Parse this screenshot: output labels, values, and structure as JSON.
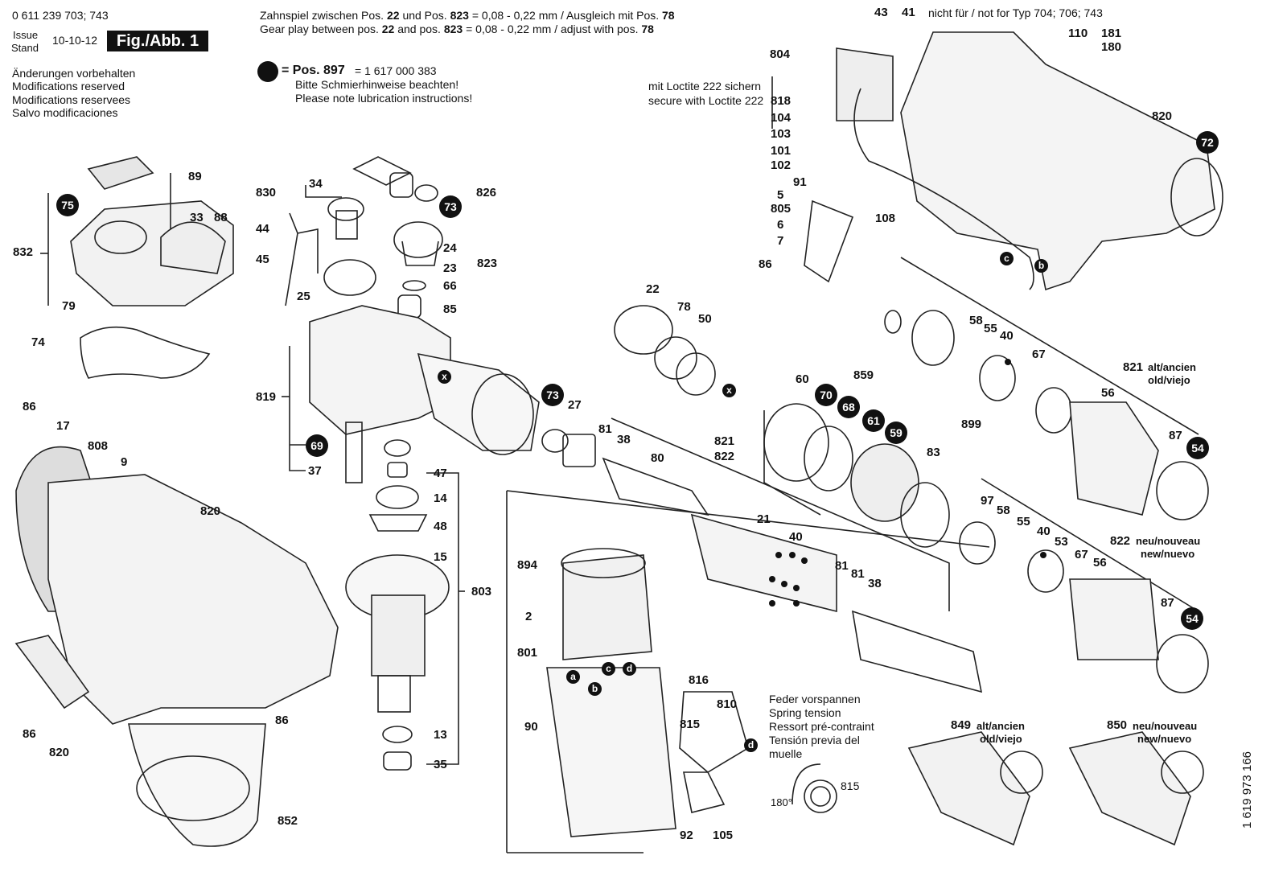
{
  "header": {
    "doc_number": "0 611 239 703; 743",
    "issue_label": "Issue",
    "stand_label": "Stand",
    "date": "10-10-12",
    "figure": "Fig./Abb. 1",
    "note_de": "Änderungen vorbehalten",
    "note_en": "Modifications reserved",
    "note_fr": "Modifications reservees",
    "note_es": "Salvo modificaciones"
  },
  "gear_play": {
    "line1_a": "Zahnspiel zwischen Pos.",
    "line1_b": "22",
    "line1_c": "und Pos.",
    "line1_d": "823",
    "line1_e": "= 0,08 - 0,22 mm / Ausgleich mit Pos.",
    "line1_f": "78",
    "line2_a": "Gear play between  pos.",
    "line2_b": "22",
    "line2_c": "and  pos.",
    "line2_d": "823",
    "line2_e": "= 0,08 - 0,22 mm / adjust with pos.",
    "line2_f": "78"
  },
  "lubrication": {
    "pos_label": "= Pos. 897",
    "pos_value": "= 1 617 000 383",
    "line_de": "Bitte Schmierhinweise beachten!",
    "line_en": "Please note lubrication instructions!"
  },
  "loctite": {
    "de": "mit Loctite 222 sichern",
    "en": "secure with Loctite 222"
  },
  "not_for": "nicht für / not for Typ 704; 706; 743",
  "spring": {
    "de": "Feder vorspannen",
    "en": "Spring tension",
    "fr": "Ressort pré-contraint",
    "es": "Tensión previa del",
    "es2": "muelle",
    "angle": "180°",
    "pos": "815"
  },
  "labels_old": {
    "num": "821",
    "text1": "alt/ancien",
    "text2": "old/viejo"
  },
  "labels_new": {
    "num": "822",
    "text1": "neu/nouveau",
    "text2": "new/nuevo"
  },
  "labels_849": {
    "num": "849",
    "text1": "alt/ancien",
    "text2": "old/viejo"
  },
  "labels_850": {
    "num": "850",
    "text1": "neu/nouveau",
    "text2": "new/nuevo"
  },
  "part_number": "1 619 973 166",
  "positions": {
    "p832": "832",
    "p75": "75",
    "p89": "89",
    "p33": "33",
    "p88": "88",
    "p79": "79",
    "p74": "74",
    "p830": "830",
    "p34": "34",
    "p826": "826",
    "p73a": "73",
    "p44": "44",
    "p45": "45",
    "p25": "25",
    "p24": "24",
    "p23": "23",
    "p823": "823",
    "p66": "66",
    "p85": "85",
    "p819": "819",
    "p69": "69",
    "p37": "37",
    "p47": "47",
    "p14": "14",
    "p48": "48",
    "p15": "15",
    "p803": "803",
    "p13": "13",
    "p35": "35",
    "p22": "22",
    "p78": "78",
    "p50": "50",
    "p73b": "73",
    "p27": "27",
    "p81a": "81",
    "p38a": "38",
    "p80": "80",
    "p821b": "821",
    "p822b": "822",
    "p21": "21",
    "p40a": "40",
    "p81b": "81",
    "p81c": "81",
    "p38b": "38",
    "p60": "60",
    "p70": "70",
    "p68": "68",
    "p859": "859",
    "p61": "61",
    "p59": "59",
    "p83": "83",
    "p43": "43",
    "p41": "41",
    "p110": "110",
    "p181": "181",
    "p180": "180",
    "p804": "804",
    "p818": "818",
    "p104": "104",
    "p103": "103",
    "p101": "101",
    "p102": "102",
    "p91": "91",
    "p5": "5",
    "p805": "805",
    "p108": "108",
    "p6": "6",
    "p7": "7",
    "p86a": "86",
    "p820a": "820",
    "p72": "72",
    "p58a": "58",
    "p55a": "55",
    "p40b": "40",
    "p67a": "67",
    "p899": "899",
    "p56a": "56",
    "p87a": "87",
    "p54a": "54",
    "p97": "97",
    "p58b": "58",
    "p55b": "55",
    "p40c": "40",
    "p53": "53",
    "p67b": "67",
    "p56b": "56",
    "p87b": "87",
    "p54b": "54",
    "p86b": "86",
    "p17": "17",
    "p808": "808",
    "p9": "9",
    "p820b": "820",
    "p86c": "86",
    "p86d": "86",
    "p820c": "820",
    "p852": "852",
    "p894": "894",
    "p2": "2",
    "p801": "801",
    "p90": "90",
    "p816": "816",
    "p815": "815",
    "p810": "810",
    "p92": "92",
    "p105": "105"
  },
  "markers": {
    "a": "a",
    "b": "b",
    "c": "c",
    "d": "d",
    "x": "x"
  }
}
